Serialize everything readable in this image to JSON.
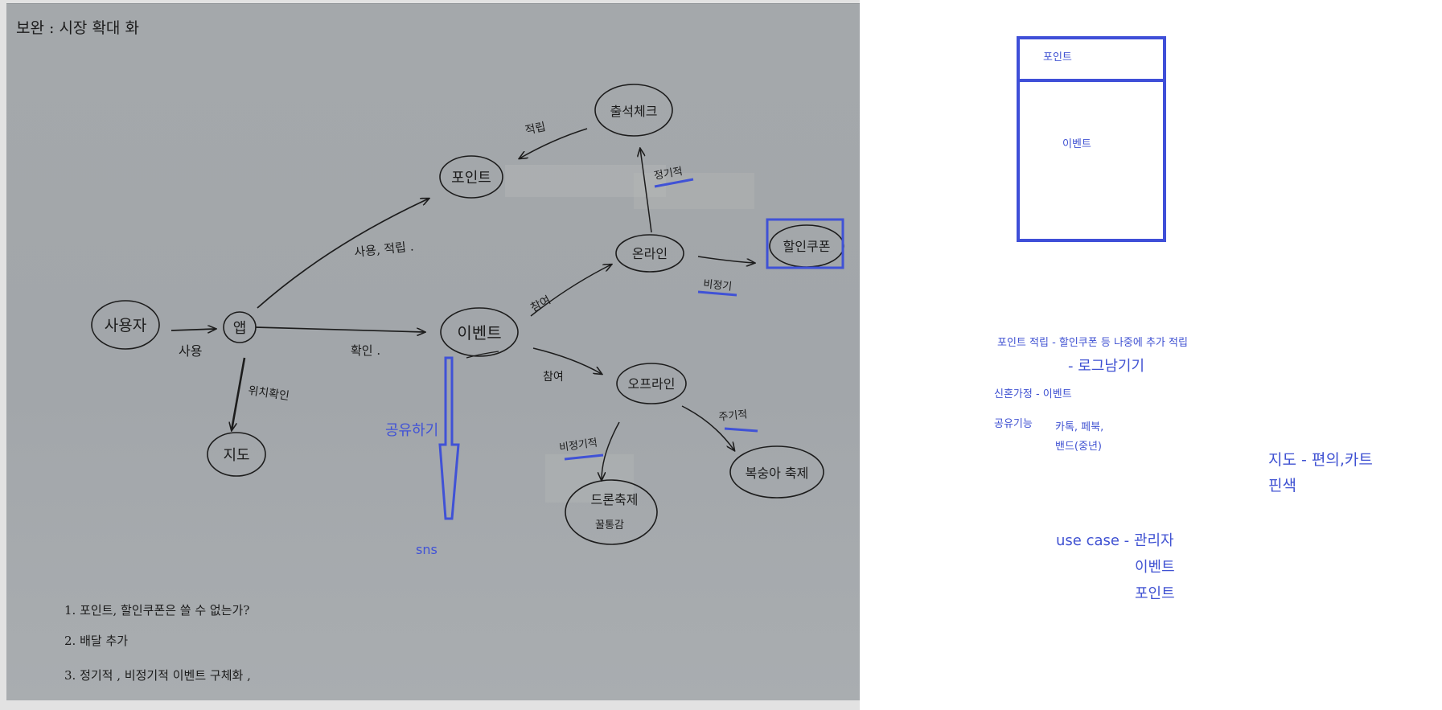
{
  "board": {
    "header_note": "보완 : 시장 확대 화",
    "nodes": {
      "user": "사용자",
      "app": "앱",
      "point": "포인트",
      "event": "이벤트",
      "map": "지도",
      "attendance": "출석체크",
      "online": "온라인",
      "discount_coupon": "할인쿠폰",
      "offline": "오프라인",
      "drone_festival": "드론축제",
      "drone_festival_sub": "꿀통감",
      "bokseunga_festival": "복숭아 축제"
    },
    "edges": {
      "use": "사용",
      "use_save": "사용, 적립 .",
      "check": "확인 .",
      "location_check": "위치확인",
      "save": "적립",
      "participate_online": "참여",
      "participate_offline": "참여",
      "periodic_1": "정기적",
      "nonperiodic_1": "비정기",
      "periodic_2": "주기적",
      "nonperiodic_2": "비정기적"
    },
    "share_label": "공유하기",
    "sns_label": "sns",
    "footnotes": [
      "1. 포인트, 할인쿠폰은 쓸 수 없는가?",
      "2. 배달 추가",
      "3. 정기적 , 비정기적 이벤트 구체화 ,"
    ]
  },
  "wireframe": {
    "top_label": "포인트",
    "body_label": "이벤트"
  },
  "notes": {
    "point_line": "포인트 적립 - 할인쿠폰 등 나중에 추가 적립",
    "log_line": "- 로그남기기",
    "newlywed_line": "신혼가정 - 이벤트",
    "share_title": "공유기능",
    "share_item_1": "카톡, 페북,",
    "share_item_2": "밴드(중년)",
    "map_line_1": "지도 - 편의,카트",
    "map_line_2": "핀색",
    "usecase_line": "use case - 관리자",
    "usecase_item_1": "이벤트",
    "usecase_item_2": "포인트"
  },
  "colors": {
    "ink": "#1c1c1c",
    "annotation_blue": "#3f4fd8",
    "board_gray": "#a4a8ab"
  }
}
